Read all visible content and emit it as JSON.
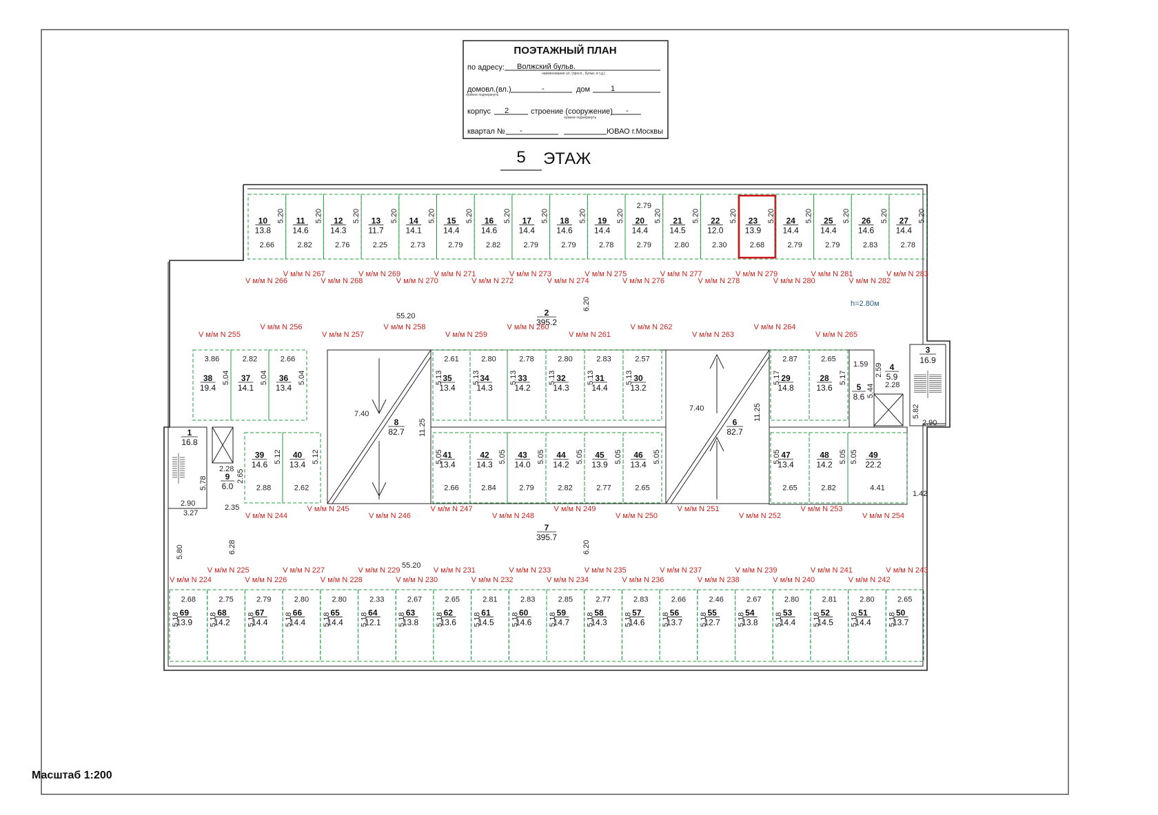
{
  "stamp": {
    "title": "ПОЭТАЖНЫЙ ПЛАН",
    "address_label": "по адресу:",
    "address_value": "Волжский бульв.",
    "address_hint": "наименование ул. (просп., бульв. и т.д.)",
    "domovl_label": "домовл.(вл.)",
    "domovl_value": "-",
    "dom_label": "дом",
    "dom_value": "1",
    "hint_needed": "нужное подчеркнуть",
    "korpus_label": "корпус",
    "korpus_value": "2",
    "stroenie_label": "строение (сооружение)",
    "stroenie_value": "-",
    "kvartal_label": "квартал №",
    "kvartal_value": "-",
    "district": "ЮВАО г.Москвы"
  },
  "floor": {
    "number": "5",
    "label": "ЭТАЖ"
  },
  "scale": "Масштаб 1:200",
  "height_note": "h=2.80м",
  "colors": {
    "dash": "#1f9a3c",
    "label": "#c7241f",
    "highlight": "#d4121a",
    "height": "#2a5c8a"
  },
  "highlighted_space": "23",
  "top_row": [
    {
      "n": "10",
      "a": "13.8",
      "w": "2.66",
      "d": "5.20"
    },
    {
      "n": "11",
      "a": "14.6",
      "w": "2.82",
      "d": "5.20"
    },
    {
      "n": "12",
      "a": "14.3",
      "w": "2.76",
      "d": "5.20"
    },
    {
      "n": "13",
      "a": "11.7",
      "w": "2.25",
      "d": "5.20"
    },
    {
      "n": "14",
      "a": "14.1",
      "w": "2.73",
      "d": "5.20"
    },
    {
      "n": "15",
      "a": "14.4",
      "w": "2.79",
      "d": "5.20"
    },
    {
      "n": "16",
      "a": "14.6",
      "w": "2.82",
      "d": "5.20"
    },
    {
      "n": "17",
      "a": "14.4",
      "w": "2.79",
      "d": "5.20"
    },
    {
      "n": "18",
      "a": "14.6",
      "w": "2.79",
      "d": "5.20"
    },
    {
      "n": "19",
      "a": "14.4",
      "w": "2.78",
      "d": "5.20"
    },
    {
      "n": "20",
      "a": "14.4",
      "w": "2.79",
      "d": "5.20"
    },
    {
      "n": "21",
      "a": "14.5",
      "w": "2.80",
      "d": "5.20"
    },
    {
      "n": "22",
      "a": "12.0",
      "w": "2.30",
      "d": "5.20"
    },
    {
      "n": "23",
      "a": "13.9",
      "w": "2.68",
      "d": "5.20"
    },
    {
      "n": "24",
      "a": "14.4",
      "w": "2.79",
      "d": "5.20"
    },
    {
      "n": "25",
      "a": "14.4",
      "w": "2.79",
      "d": "5.20"
    },
    {
      "n": "26",
      "a": "14.6",
      "w": "2.83",
      "d": "5.20"
    },
    {
      "n": "27",
      "a": "14.4",
      "w": "2.78",
      "d": "5.20"
    }
  ],
  "top_labels": [
    "V м/м N 266",
    "V м/м N 267",
    "V м/м N 268",
    "V м/м N 269",
    "V м/м N 270",
    "V м/м N 271",
    "V м/м N 272",
    "V м/м N 273",
    "V м/м N 274",
    "V м/м N 275",
    "V м/м N 276",
    "V м/м N 277",
    "V м/м N 278",
    "V м/м N 279",
    "V м/м N 280",
    "V м/м N 281",
    "V м/м N 282",
    "V м/м N 283"
  ],
  "upper_drive": {
    "n": "2",
    "a": "395.2",
    "len": "55.20",
    "w": "6.20"
  },
  "lower_drive": {
    "n": "7",
    "a": "395.7",
    "len": "55.20",
    "w": "6.20"
  },
  "mid_labels_upper": [
    "V м/м N 255",
    "V м/м N 256",
    "V м/м N 257",
    "V м/м N 258",
    "V м/м N 259",
    "V м/м N 260",
    "V м/м N 261",
    "V м/м N 262",
    "V м/м N 263",
    "V м/м N 264",
    "V м/м N 265"
  ],
  "mid_row1": [
    {
      "n": "38",
      "a": "19.4",
      "w": "3.86",
      "d": "5.04"
    },
    {
      "n": "37",
      "a": "14.1",
      "w": "2.82",
      "d": "5.04"
    },
    {
      "n": "36",
      "a": "13.4",
      "w": "2.66",
      "d": "5.04"
    },
    {
      "n": "35",
      "a": "13.4",
      "w": "2.61",
      "d": "5.13"
    },
    {
      "n": "34",
      "a": "14.3",
      "w": "2.80",
      "d": "5.13"
    },
    {
      "n": "33",
      "a": "14.2",
      "w": "2.78",
      "d": "5.13"
    },
    {
      "n": "32",
      "a": "14.3",
      "w": "2.80",
      "d": "5.13"
    },
    {
      "n": "31",
      "a": "14.4",
      "w": "2.83",
      "d": "5.13"
    },
    {
      "n": "30",
      "a": "13.2",
      "w": "2.57",
      "d": "5.13"
    },
    {
      "n": "29",
      "a": "14.8",
      "w": "2.87",
      "d": "5.17"
    },
    {
      "n": "28",
      "a": "13.6",
      "w": "2.65",
      "d": "5.17"
    }
  ],
  "mid_row2": [
    {
      "n": "39",
      "a": "14.6",
      "w": "2.88",
      "d": "5.12"
    },
    {
      "n": "40",
      "a": "13.4",
      "w": "2.62",
      "d": "5.12"
    },
    {
      "n": "41",
      "a": "13.4",
      "w": "2.66",
      "d": "5.05"
    },
    {
      "n": "42",
      "a": "14.3",
      "w": "2.84",
      "d": "5.05"
    },
    {
      "n": "43",
      "a": "14.0",
      "w": "2.79",
      "d": "5.05"
    },
    {
      "n": "44",
      "a": "14.2",
      "w": "2.82",
      "d": "5.05"
    },
    {
      "n": "45",
      "a": "13.9",
      "w": "2.77",
      "d": "5.05"
    },
    {
      "n": "46",
      "a": "13.4",
      "w": "2.65",
      "d": "5.05"
    },
    {
      "n": "47",
      "a": "13.4",
      "w": "2.65",
      "d": "5.05"
    },
    {
      "n": "48",
      "a": "14.2",
      "w": "2.82",
      "d": "5.05"
    },
    {
      "n": "49",
      "a": "22.2",
      "w": "4.41",
      "d": "5.05"
    }
  ],
  "mid_labels_lower": [
    "V м/м N 244",
    "V м/м N 245",
    "V м/м N 246",
    "V м/м N 247",
    "V м/м N 248",
    "V м/м N 249",
    "V м/м N 250",
    "V м/м N 251",
    "V м/м N 252",
    "V м/м N 253",
    "V м/м N 254"
  ],
  "ramp_left": {
    "n": "8",
    "a": "82.7",
    "len": "7.40",
    "w": "11.25"
  },
  "ramp_right": {
    "n": "6",
    "a": "82.7",
    "len": "7.40",
    "w": "11.25"
  },
  "rooms": {
    "r1": {
      "n": "1",
      "a": "16.8",
      "d1": "5.78",
      "d2": "2.90",
      "d3": "3.27"
    },
    "r9": {
      "n": "9",
      "a": "6.0",
      "d1": "2.28",
      "d2": "2.65",
      "d3": "2.35"
    },
    "r3": {
      "n": "3",
      "a": "16.9",
      "d1": "5.82",
      "d2": "2.90"
    },
    "r4": {
      "n": "4",
      "a": "5.9",
      "d1": "2.59",
      "d2": "2.28"
    },
    "r5": {
      "n": "5",
      "a": "8.6",
      "d1": "1.59",
      "d2": "5.44"
    },
    "side": {
      "d": "1.42"
    },
    "left_dims": {
      "d1": "5.80",
      "d2": "6.28"
    }
  },
  "bottom_labels": [
    "V м/м N 224",
    "V м/м N 225",
    "V м/м N 226",
    "V м/м N 227",
    "V м/м N 228",
    "V м/м N 229",
    "V м/м N 230",
    "V м/м N 231",
    "V м/м N 232",
    "V м/м N 233",
    "V м/м N 234",
    "V м/м N 235",
    "V м/м N 236",
    "V м/м N 237",
    "V м/м N 238",
    "V м/м N 239",
    "V м/м N 240",
    "V м/м N 241",
    "V м/м N 242",
    "V м/м N 243"
  ],
  "bottom_row": [
    {
      "n": "69",
      "a": "13.9",
      "w": "2.68",
      "d": "5.18"
    },
    {
      "n": "68",
      "a": "14.2",
      "w": "2.75",
      "d": "5.18"
    },
    {
      "n": "67",
      "a": "14.4",
      "w": "2.79",
      "d": "5.18"
    },
    {
      "n": "66",
      "a": "14.4",
      "w": "2.80",
      "d": "5.18"
    },
    {
      "n": "65",
      "a": "14.4",
      "w": "2.80",
      "d": "5.18"
    },
    {
      "n": "64",
      "a": "12.1",
      "w": "2.33",
      "d": "5.18"
    },
    {
      "n": "63",
      "a": "13.8",
      "w": "2.67",
      "d": "5.18"
    },
    {
      "n": "62",
      "a": "13.6",
      "w": "2.65",
      "d": "5.18"
    },
    {
      "n": "61",
      "a": "14.5",
      "w": "2.81",
      "d": "5.18"
    },
    {
      "n": "60",
      "a": "14.6",
      "w": "2.83",
      "d": "5.18"
    },
    {
      "n": "59",
      "a": "14.7",
      "w": "2.85",
      "d": "5.18"
    },
    {
      "n": "58",
      "a": "14.3",
      "w": "2.77",
      "d": "5.18"
    },
    {
      "n": "57",
      "a": "14.6",
      "w": "2.83",
      "d": "5.18"
    },
    {
      "n": "56",
      "a": "13.7",
      "w": "2.66",
      "d": "5.18"
    },
    {
      "n": "55",
      "a": "12.7",
      "w": "2.46",
      "d": "5.18"
    },
    {
      "n": "54",
      "a": "13.8",
      "w": "2.67",
      "d": "5.18"
    },
    {
      "n": "53",
      "a": "14.4",
      "w": "2.80",
      "d": "5.18"
    },
    {
      "n": "52",
      "a": "14.5",
      "w": "2.81",
      "d": "5.18"
    },
    {
      "n": "51",
      "a": "14.4",
      "w": "2.80",
      "d": "5.18"
    },
    {
      "n": "50",
      "a": "13.7",
      "w": "2.65",
      "d": "5.18"
    }
  ]
}
